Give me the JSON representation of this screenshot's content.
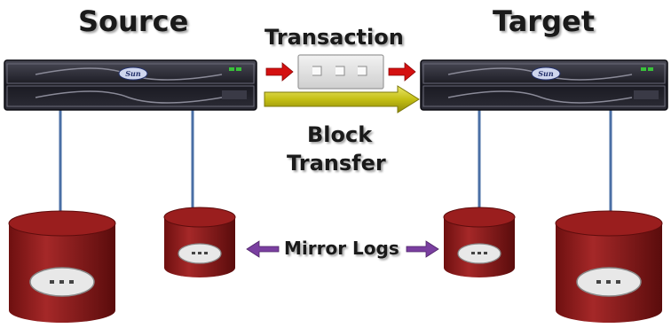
{
  "title_source": "Source",
  "title_target": "Target",
  "transaction_label": "Transaction",
  "block_transfer_label": [
    "Block",
    "Transfer"
  ],
  "mirror_logs_label": "Mirror Logs",
  "server_logo_text": "Sun",
  "colors": {
    "disk": "#8b1a1a",
    "disk_dark": "#5e0d0d",
    "server": "#1c1c24",
    "cable": "#4a6fa5",
    "red_arrow": "#d41010",
    "block_arrow": "#c9c418",
    "mirror_arrow": "#7a3fa0"
  }
}
